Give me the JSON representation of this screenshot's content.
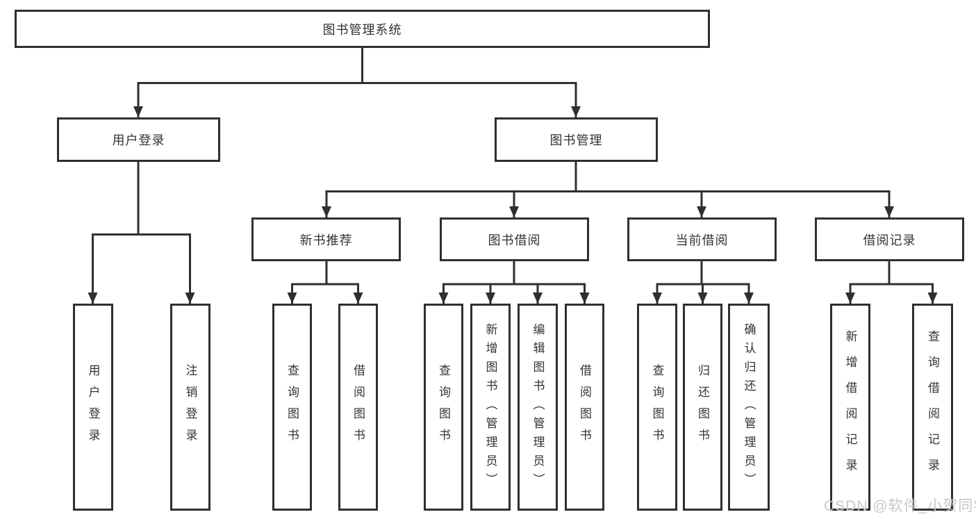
{
  "diagram": {
    "title": "图书管理系统",
    "branches": [
      {
        "label": "用户登录",
        "children": [
          {
            "label": "用户登录"
          },
          {
            "label": "注销登录"
          }
        ]
      },
      {
        "label": "图书管理",
        "children": [
          {
            "label": "新书推荐",
            "children": [
              {
                "label": "查询图书"
              },
              {
                "label": "借阅图书"
              }
            ]
          },
          {
            "label": "图书借阅",
            "children": [
              {
                "label": "查询图书"
              },
              {
                "label": "新增图书（管理员）"
              },
              {
                "label": "编辑图书（管理员）"
              },
              {
                "label": "借阅图书"
              }
            ]
          },
          {
            "label": "当前借阅",
            "children": [
              {
                "label": "查询图书"
              },
              {
                "label": "归还图书"
              },
              {
                "label": "确认归还（管理员）"
              }
            ]
          },
          {
            "label": "借阅记录",
            "children": [
              {
                "label": "新增借阅记录"
              },
              {
                "label": "查询借阅记录"
              }
            ]
          }
        ]
      }
    ]
  },
  "watermark": {
    "text": "CSDN @软件_小贺同学"
  },
  "colors": {
    "line": "#2f2f2f",
    "text": "#333333",
    "watermark": "#c7c7c7",
    "background": "#ffffff"
  }
}
